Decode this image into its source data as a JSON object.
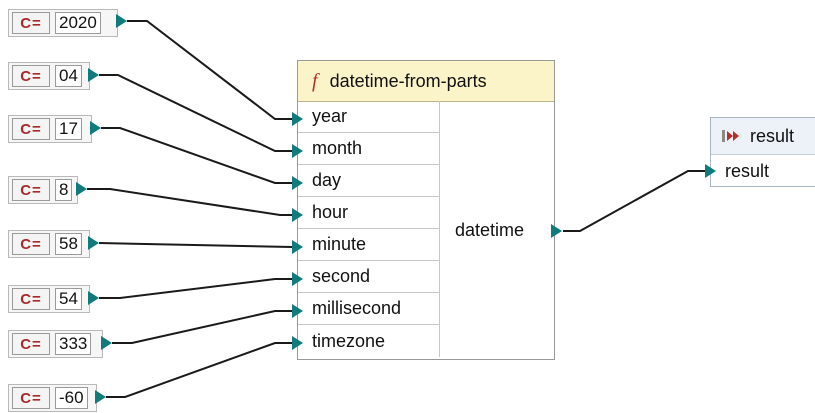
{
  "constants": [
    {
      "badge": "C=",
      "value": "2020"
    },
    {
      "badge": "C=",
      "value": "04"
    },
    {
      "badge": "C=",
      "value": "17"
    },
    {
      "badge": "C=",
      "value": "8"
    },
    {
      "badge": "C=",
      "value": "58"
    },
    {
      "badge": "C=",
      "value": "54"
    },
    {
      "badge": "C=",
      "value": "333"
    },
    {
      "badge": "C=",
      "value": "-60"
    }
  ],
  "function": {
    "icon": "fx-icon",
    "icon_glyph": "f",
    "title": "datetime-from-parts",
    "inputs": [
      "year",
      "month",
      "day",
      "hour",
      "minute",
      "second",
      "millisecond",
      "timezone"
    ],
    "output": "datetime"
  },
  "target": {
    "icon": "target-component-icon",
    "title": "result",
    "field": "result"
  },
  "colors": {
    "port": "#0f7b7b",
    "constant_badge": "#a62a2a",
    "function_header": "#fbf4c8",
    "target_header": "#edf2f8"
  }
}
